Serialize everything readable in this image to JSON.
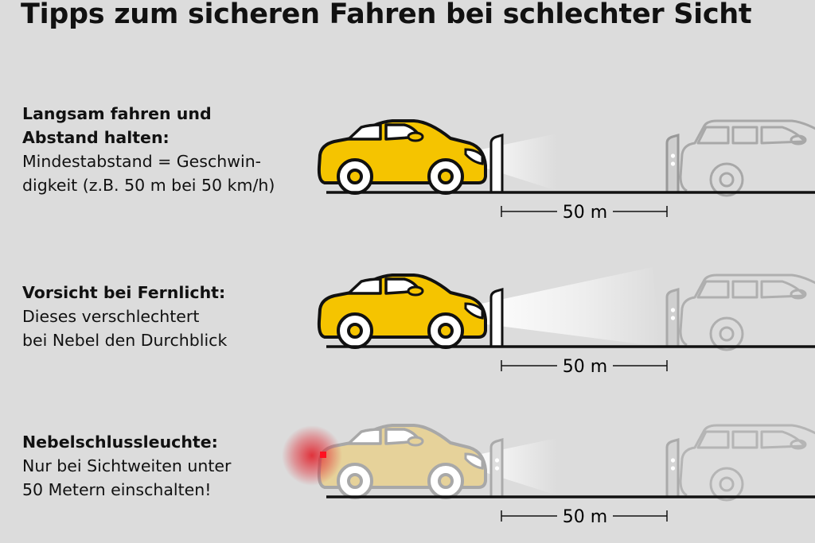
{
  "title": "Tipps zum sicheren Fahren bei schlechter Sicht",
  "tips": [
    {
      "heading": [
        "Langsam fahren und",
        "Abstand halten:"
      ],
      "body": [
        "Mindestabstand = Geschwin-",
        "digkeit (z.B. 50 m bei 50 km/h)"
      ],
      "distance_label": "50 m"
    },
    {
      "heading": [
        "Vorsicht bei Fernlicht:"
      ],
      "body": [
        "Dieses verschlechtert",
        "bei Nebel den Durchblick"
      ],
      "distance_label": "50 m"
    },
    {
      "heading": [
        "Nebelschlussleuchte:"
      ],
      "body": [
        "Nur bei Sichtweiten unter",
        "50 Metern einschalten!"
      ],
      "distance_label": "50 m"
    }
  ],
  "colors": {
    "background": "#dcdcdc",
    "car": "#f5c400",
    "car_faded": "#e6d29a",
    "fog_light": "#e0202a",
    "outline": "#111111",
    "ghost": "#a8a8a8"
  }
}
